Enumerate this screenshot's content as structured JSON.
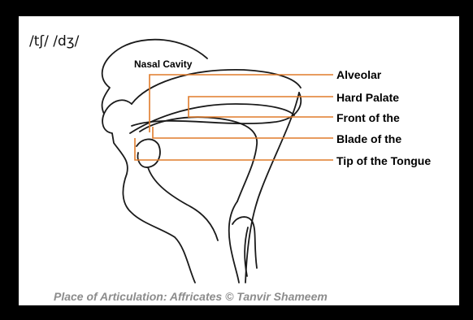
{
  "phonemes": "/tʃ/  /dʒ/",
  "nasal_label": "Nasal Cavity",
  "labels": {
    "alveolar": "Alveolar",
    "hard_palate": "Hard Palate",
    "front": "Front of the",
    "blade": "Blade of the",
    "tip": "Tip of the Tongue"
  },
  "caption": "Place of Articulation: Affricates  © Tanvir Shameem",
  "colors": {
    "leader_line": "#e07b2a",
    "frame": "#000000",
    "caption": "#8c8c8c"
  }
}
